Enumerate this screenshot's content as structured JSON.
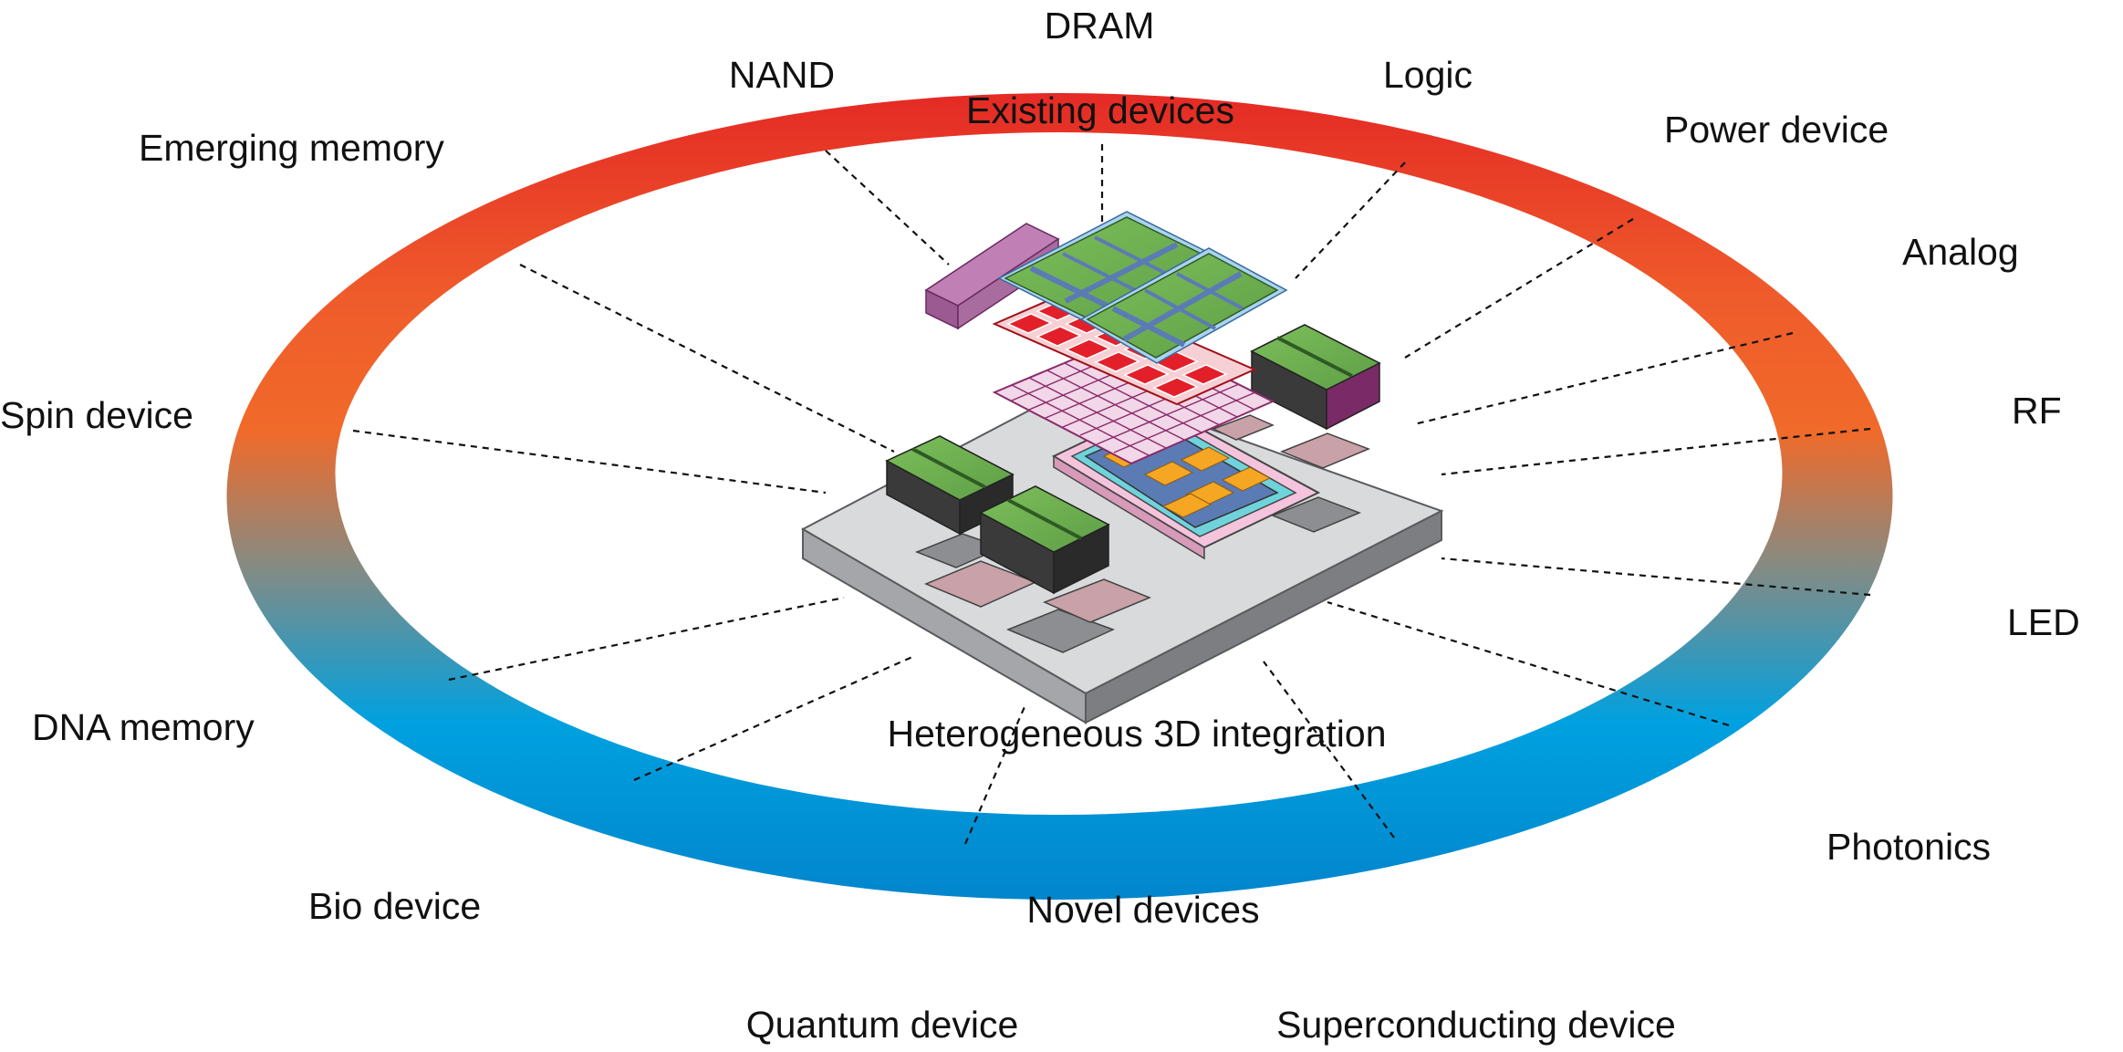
{
  "ring": {
    "top_label": "Existing devices",
    "bottom_label": "Novel devices",
    "top_color": "#e42a25",
    "mid_color": "#f06a2a",
    "bottom_color": "#00a1e0",
    "deep_color": "#0285cc"
  },
  "center_label": "Heterogeneous 3D integration",
  "devices": [
    "DRAM",
    "NAND",
    "Logic",
    "Emerging memory",
    "Power device",
    "Analog",
    "Spin device",
    "RF",
    "LED",
    "DNA memory",
    "Photonics",
    "Bio device",
    "Quantum device",
    "Superconducting device"
  ],
  "colors": {
    "package_gray": "#8c8d90",
    "package_top": "#d9dadc",
    "chip_green": "#6aa84f",
    "chip_red": "#e3202a",
    "interposer_pink": "#f4c4dc",
    "logic_orange": "#f5a623",
    "bus_blue": "#5b7bb5",
    "nand_violet": "#c07fb5"
  }
}
